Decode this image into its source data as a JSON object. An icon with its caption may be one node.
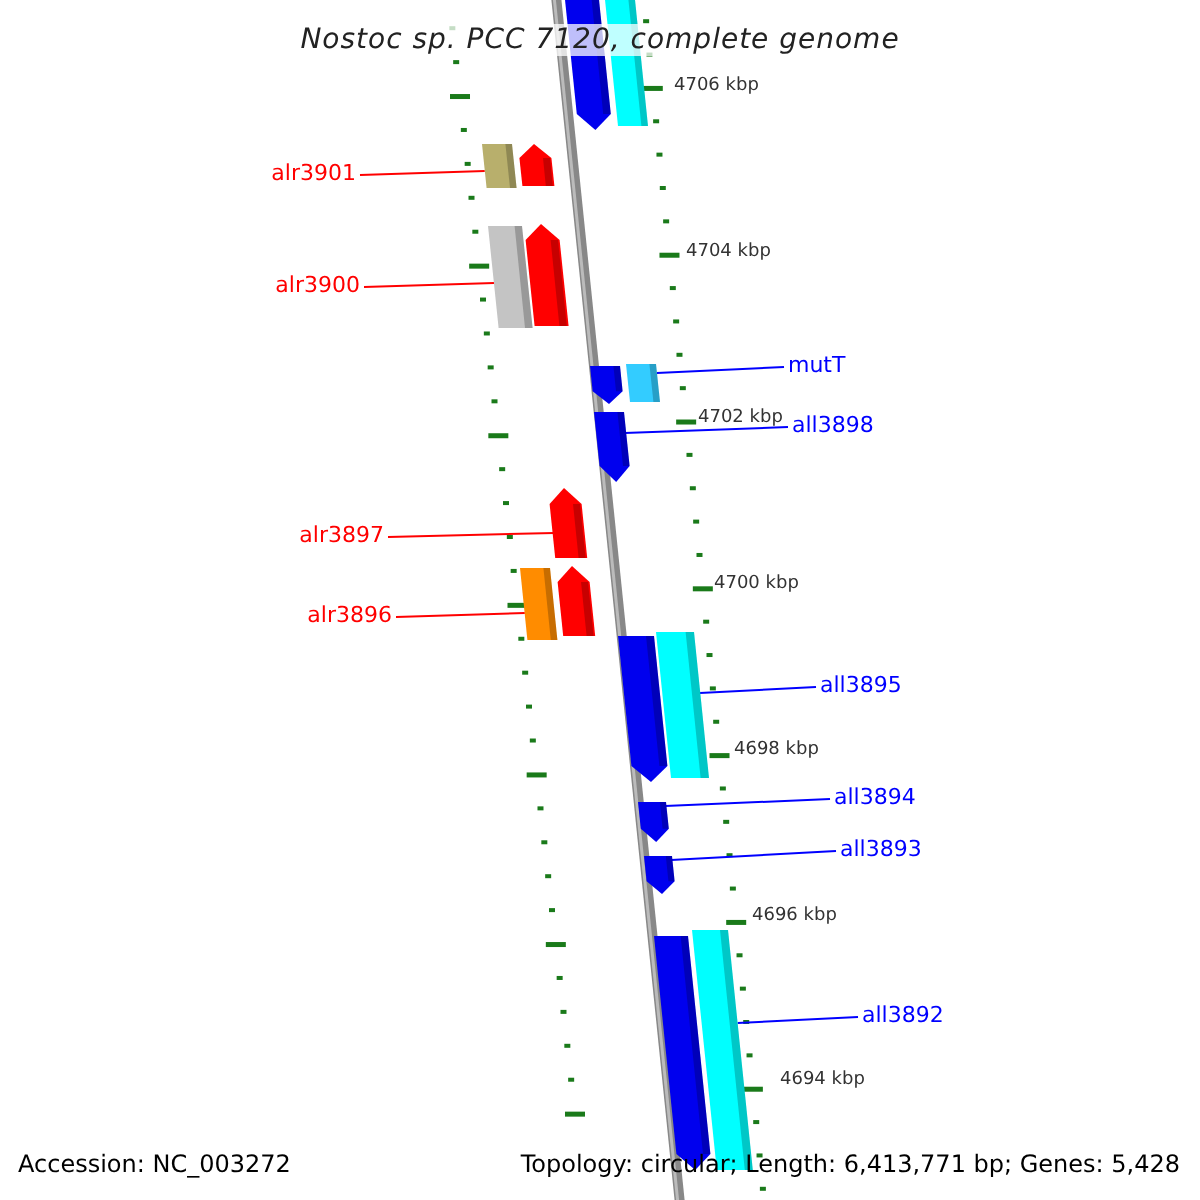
{
  "diagram": {
    "title": "Nostoc sp. PCC 7120, complete genome",
    "nodes": [
      {
        "text": [
          "alr3901"
        ]
      },
      {
        "text": [],
        "shape": "bar"
      },
      {
        "text": [
          "alr3900"
        ]
      },
      {
        "text": [],
        "shape": "bar"
      },
      {
        "text": [
          "mutT"
        ]
      },
      {
        "text": [],
        "shape": "bar"
      },
      {
        "text": [
          "all3898"
        ]
      },
      {
        "text": [],
        "shape": "bar"
      },
      {
        "text": [
          "alr3897"
        ]
      },
      {
        "text": [],
        "shape": "bar"
      },
      {
        "text": [
          "alr3896"
        ]
      },
      {
        "text": [],
        "shape": "bar"
      },
      {
        "text": [
          "all3895"
        ]
      },
      {
        "text": [],
        "shape": "bar"
      },
      {
        "text": [
          "all3894"
        ]
      },
      {
        "text": [],
        "shape": "bar"
      },
      {
        "text": [
          "all3893"
        ]
      },
      {
        "text": [],
        "shape": "bar"
      },
      {
        "text": [
          "all3892"
        ]
      },
      {
        "text": [],
        "shape": "bar"
      }
    ],
    "edges": [
      {
        "from": 0,
        "to": 1,
        "arrow": "none",
        "color": "#ff0000"
      },
      {
        "from": 2,
        "to": 3,
        "arrow": "none",
        "color": "#ff0000"
      },
      {
        "from": 4,
        "to": 5,
        "arrow": "none"
      },
      {
        "from": 6,
        "to": 7,
        "arrow": "none"
      },
      {
        "from": 8,
        "to": 9,
        "arrow": "none",
        "color": "#ff0000"
      },
      {
        "from": 10,
        "to": 11,
        "arrow": "none",
        "color": "#ff0000"
      },
      {
        "from": 12,
        "to": 13,
        "arrow": "none"
      },
      {
        "from": 14,
        "to": 15,
        "arrow": "none"
      },
      {
        "from": 16,
        "to": 17,
        "arrow": "none"
      },
      {
        "from": 18,
        "to": 19,
        "arrow": "none"
      }
    ],
    "labels": [
      "4706 kbp",
      "4704 kbp",
      "4702 kbp",
      "4700 kbp",
      "4698 kbp",
      "4696 kbp",
      "4694 kbp",
      "Accession: NC_003272",
      "Topology: circular; Length: 6,413,771 bp; Genes: 5,428"
    ]
  }
}
